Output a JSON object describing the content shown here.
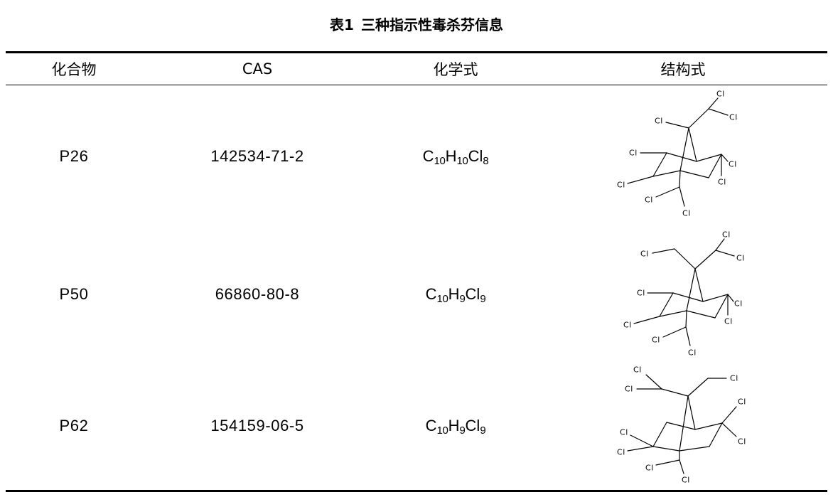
{
  "caption": {
    "label": "表1",
    "text": "三种指示性毒杀芬信息"
  },
  "table": {
    "headers": {
      "compound": "化合物",
      "cas": "CAS",
      "formula": "化学式",
      "structure": "结构式"
    },
    "rows": [
      {
        "compound": "P26",
        "cas": "142534-71-2",
        "formula": {
          "c": "C",
          "c_n": "10",
          "h": "H",
          "h_n": "10",
          "cl": "Cl",
          "cl_n": "8"
        },
        "structure": {
          "atom_labels": [
            "Cl",
            "Cl",
            "Cl",
            "Cl",
            "Cl",
            "Cl",
            "Cl",
            "Cl",
            "Cl"
          ]
        }
      },
      {
        "compound": "P50",
        "cas": "66860-80-8",
        "formula": {
          "c": "C",
          "c_n": "10",
          "h": "H",
          "h_n": "9",
          "cl": "Cl",
          "cl_n": "9"
        },
        "structure": {
          "atom_labels": [
            "Cl",
            "Cl",
            "Cl",
            "Cl",
            "Cl",
            "Cl",
            "Cl",
            "Cl",
            "Cl"
          ]
        }
      },
      {
        "compound": "P62",
        "cas": "154159-06-5",
        "formula": {
          "c": "C",
          "c_n": "10",
          "h": "H",
          "h_n": "9",
          "cl": "Cl",
          "cl_n": "9"
        },
        "structure": {
          "atom_labels": [
            "Cl",
            "Cl",
            "Cl",
            "Cl",
            "Cl",
            "Cl",
            "Cl",
            "Cl",
            "Cl"
          ]
        }
      }
    ]
  }
}
